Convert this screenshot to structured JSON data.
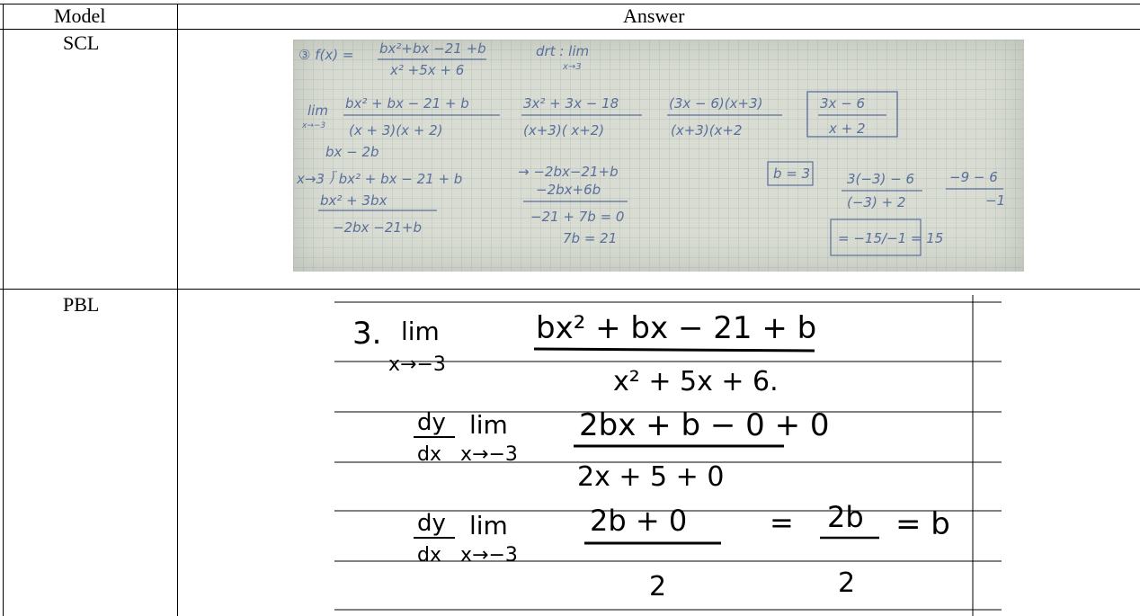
{
  "table": {
    "headers": {
      "model": "Model",
      "answer": "Answer"
    },
    "rows": [
      {
        "model": "SCL",
        "handwriting": {
          "l1a": "③ f(x) =",
          "l1num": "bx²+bx −21 +b",
          "l1den": "x² +5x + 6",
          "l1b": "drt : lim",
          "l1c": "x→3",
          "l2a": "lim",
          "l2sub": "x→−3",
          "l2num": "bx² + bx − 21 + b",
          "l2den": "(x + 3)(x + 2)",
          "l2n2": "3x² + 3x − 18",
          "l2d2": "(x+3)( x+2)",
          "l2n3": "(3x − 6)(x+3)",
          "l2d3": "(x+3)(x+2",
          "box1n": "3x − 6",
          "box1d": "x + 2",
          "q": "bx − 2b",
          "div": "x→3 ⟌ bx² + bx − 21 + b",
          "s1": "bx² + 3bx",
          "s2": "−2bx −21+b",
          "m1": "→ −2bx−21+b",
          "m2": "−2bx+6b",
          "m3": "−21 + 7b = 0",
          "m4": "7b = 21",
          "b3": "b = 3",
          "e1": "3(−3) − 6",
          "e1d": "(−3) + 2",
          "e2": "−9 − 6",
          "e2d": "−1",
          "e3": "= −15/−1 = 15"
        }
      },
      {
        "model": "PBL",
        "handwriting": {
          "r1a": "3.",
          "r1b": "lim",
          "r1sub": "x→−3",
          "r1num": "bx² + bx − 21 + b",
          "r1den": "x² + 5x + 6.",
          "r2a": "dy",
          "r2b": "lim",
          "r2c": "dx",
          "r2sub": "x→−3",
          "r2num": "2bx + b − 0 + 0",
          "r2den": "2x + 5 + 0",
          "r3a": "dy",
          "r3b": "lim",
          "r3c": "dx",
          "r3sub": "x→−3",
          "r3num": "2b + 0",
          "r3den": "2",
          "r3eq": "=",
          "r3frac": "2b",
          "r3fracd": "2",
          "r3res": "= b"
        }
      }
    ]
  }
}
